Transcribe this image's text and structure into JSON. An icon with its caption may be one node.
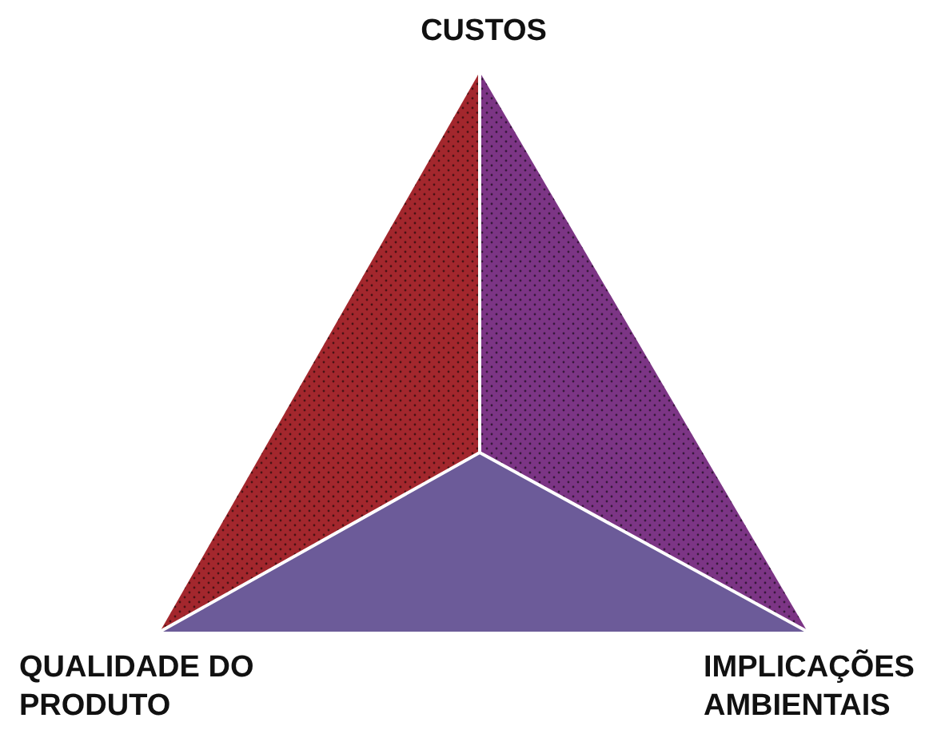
{
  "diagram": {
    "labels": [
      "CUSTOS",
      "QUALIDADE DO PRODUTO",
      "IMPLICAÇÕES AMBIENTAIS"
    ]
  }
}
